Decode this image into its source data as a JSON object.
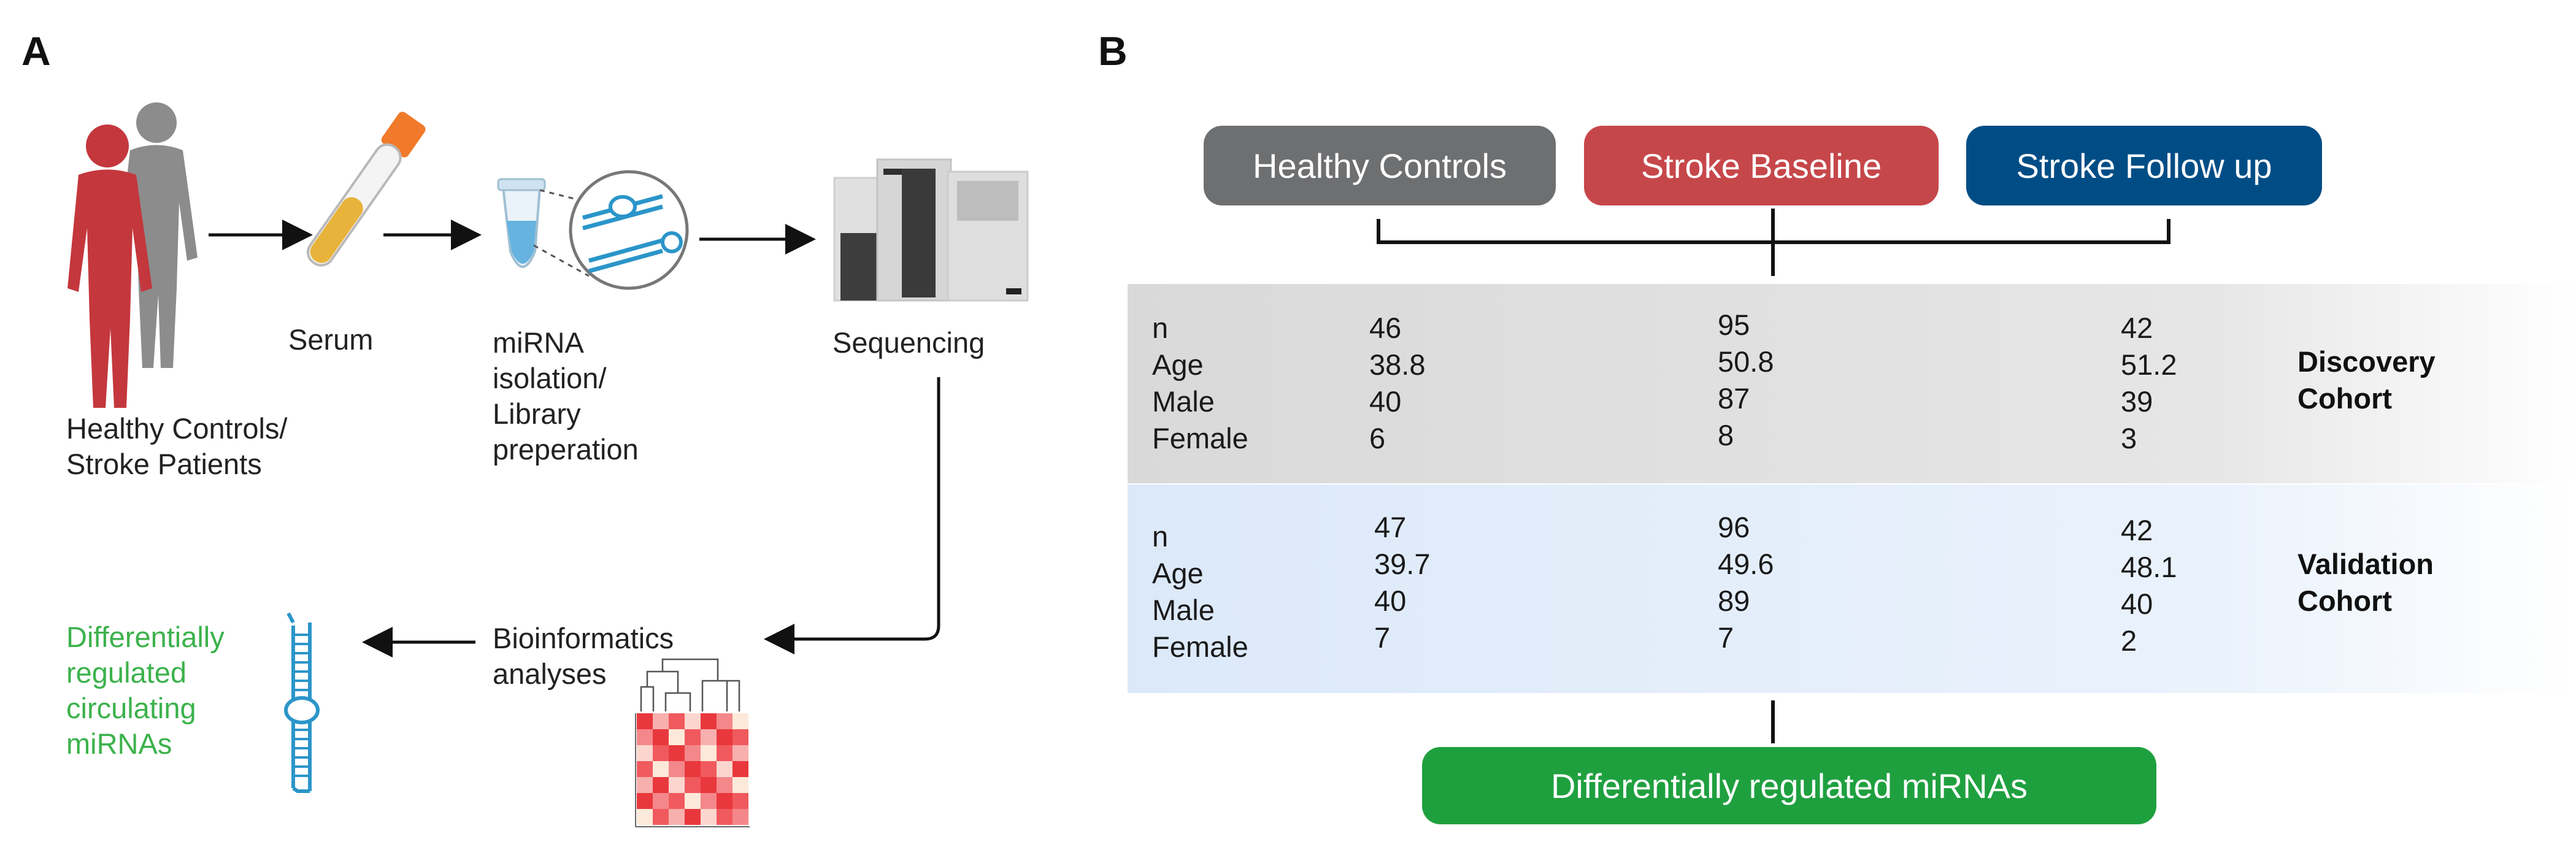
{
  "panel_a": {
    "letter": "A",
    "people_label": [
      "Healthy Controls/",
      "Stroke Patients"
    ],
    "serum_label": "Serum",
    "mirna_label": [
      "miRNA",
      "isolation/",
      "Library",
      "preperation"
    ],
    "sequencing_label": "Sequencing",
    "bioinfo_label": [
      "Bioinformatics",
      "analyses"
    ],
    "result_label": [
      "Differentially",
      "regulated",
      "circulating",
      "miRNAs"
    ]
  },
  "panel_b": {
    "letter": "B",
    "groups": [
      {
        "label": "Healthy Controls",
        "color": "#6e6f71"
      },
      {
        "label": "Stroke Baseline",
        "color": "#c6474a"
      },
      {
        "label": "Stroke Follow up",
        "color": "#004d85"
      }
    ],
    "row_labels": [
      "n",
      "Age",
      "Male",
      "Female"
    ],
    "discovery": {
      "title": [
        "Discovery",
        "Cohort"
      ],
      "values": [
        [
          "46",
          "38.8",
          "40",
          "6"
        ],
        [
          "95",
          "50.8",
          "87",
          "8"
        ],
        [
          "42",
          "51.2",
          "39",
          "3"
        ]
      ]
    },
    "validation": {
      "title": [
        "Validation",
        "Cohort"
      ],
      "values": [
        [
          "47",
          "39.7",
          "40",
          "7"
        ],
        [
          "96",
          "49.6",
          "89",
          "7"
        ],
        [
          "42",
          "48.1",
          "40",
          "2"
        ]
      ]
    },
    "result_pill": {
      "label": "Differentially regulated miRNAs",
      "color": "#1fa03f"
    }
  }
}
